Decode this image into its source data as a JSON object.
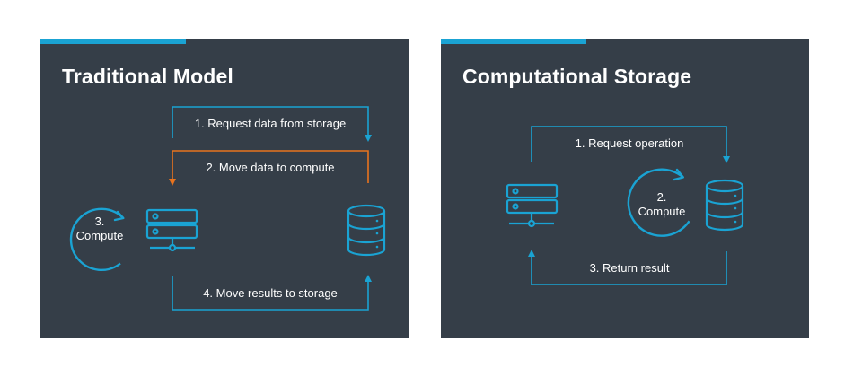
{
  "colors": {
    "panel_bg": "#353e48",
    "accent_blue": "#1aa3d3",
    "accent_orange": "#e8731e",
    "text": "#ffffff",
    "page_bg": "#ffffff"
  },
  "traditional": {
    "title": "Traditional Model",
    "steps": {
      "request": "1. Request data from storage",
      "move": "2. Move data to compute",
      "compute_num": "3.",
      "compute_word": "Compute",
      "results": "4. Move results to storage"
    },
    "icons": [
      "server-icon",
      "database-icon",
      "cycle-arrow-icon"
    ]
  },
  "computational": {
    "title": "Computational Storage",
    "steps": {
      "request": "1. Request operation",
      "compute_num": "2.",
      "compute_word": "Compute",
      "return": "3. Return result"
    },
    "icons": [
      "server-icon",
      "database-icon",
      "cycle-arrow-icon"
    ]
  }
}
